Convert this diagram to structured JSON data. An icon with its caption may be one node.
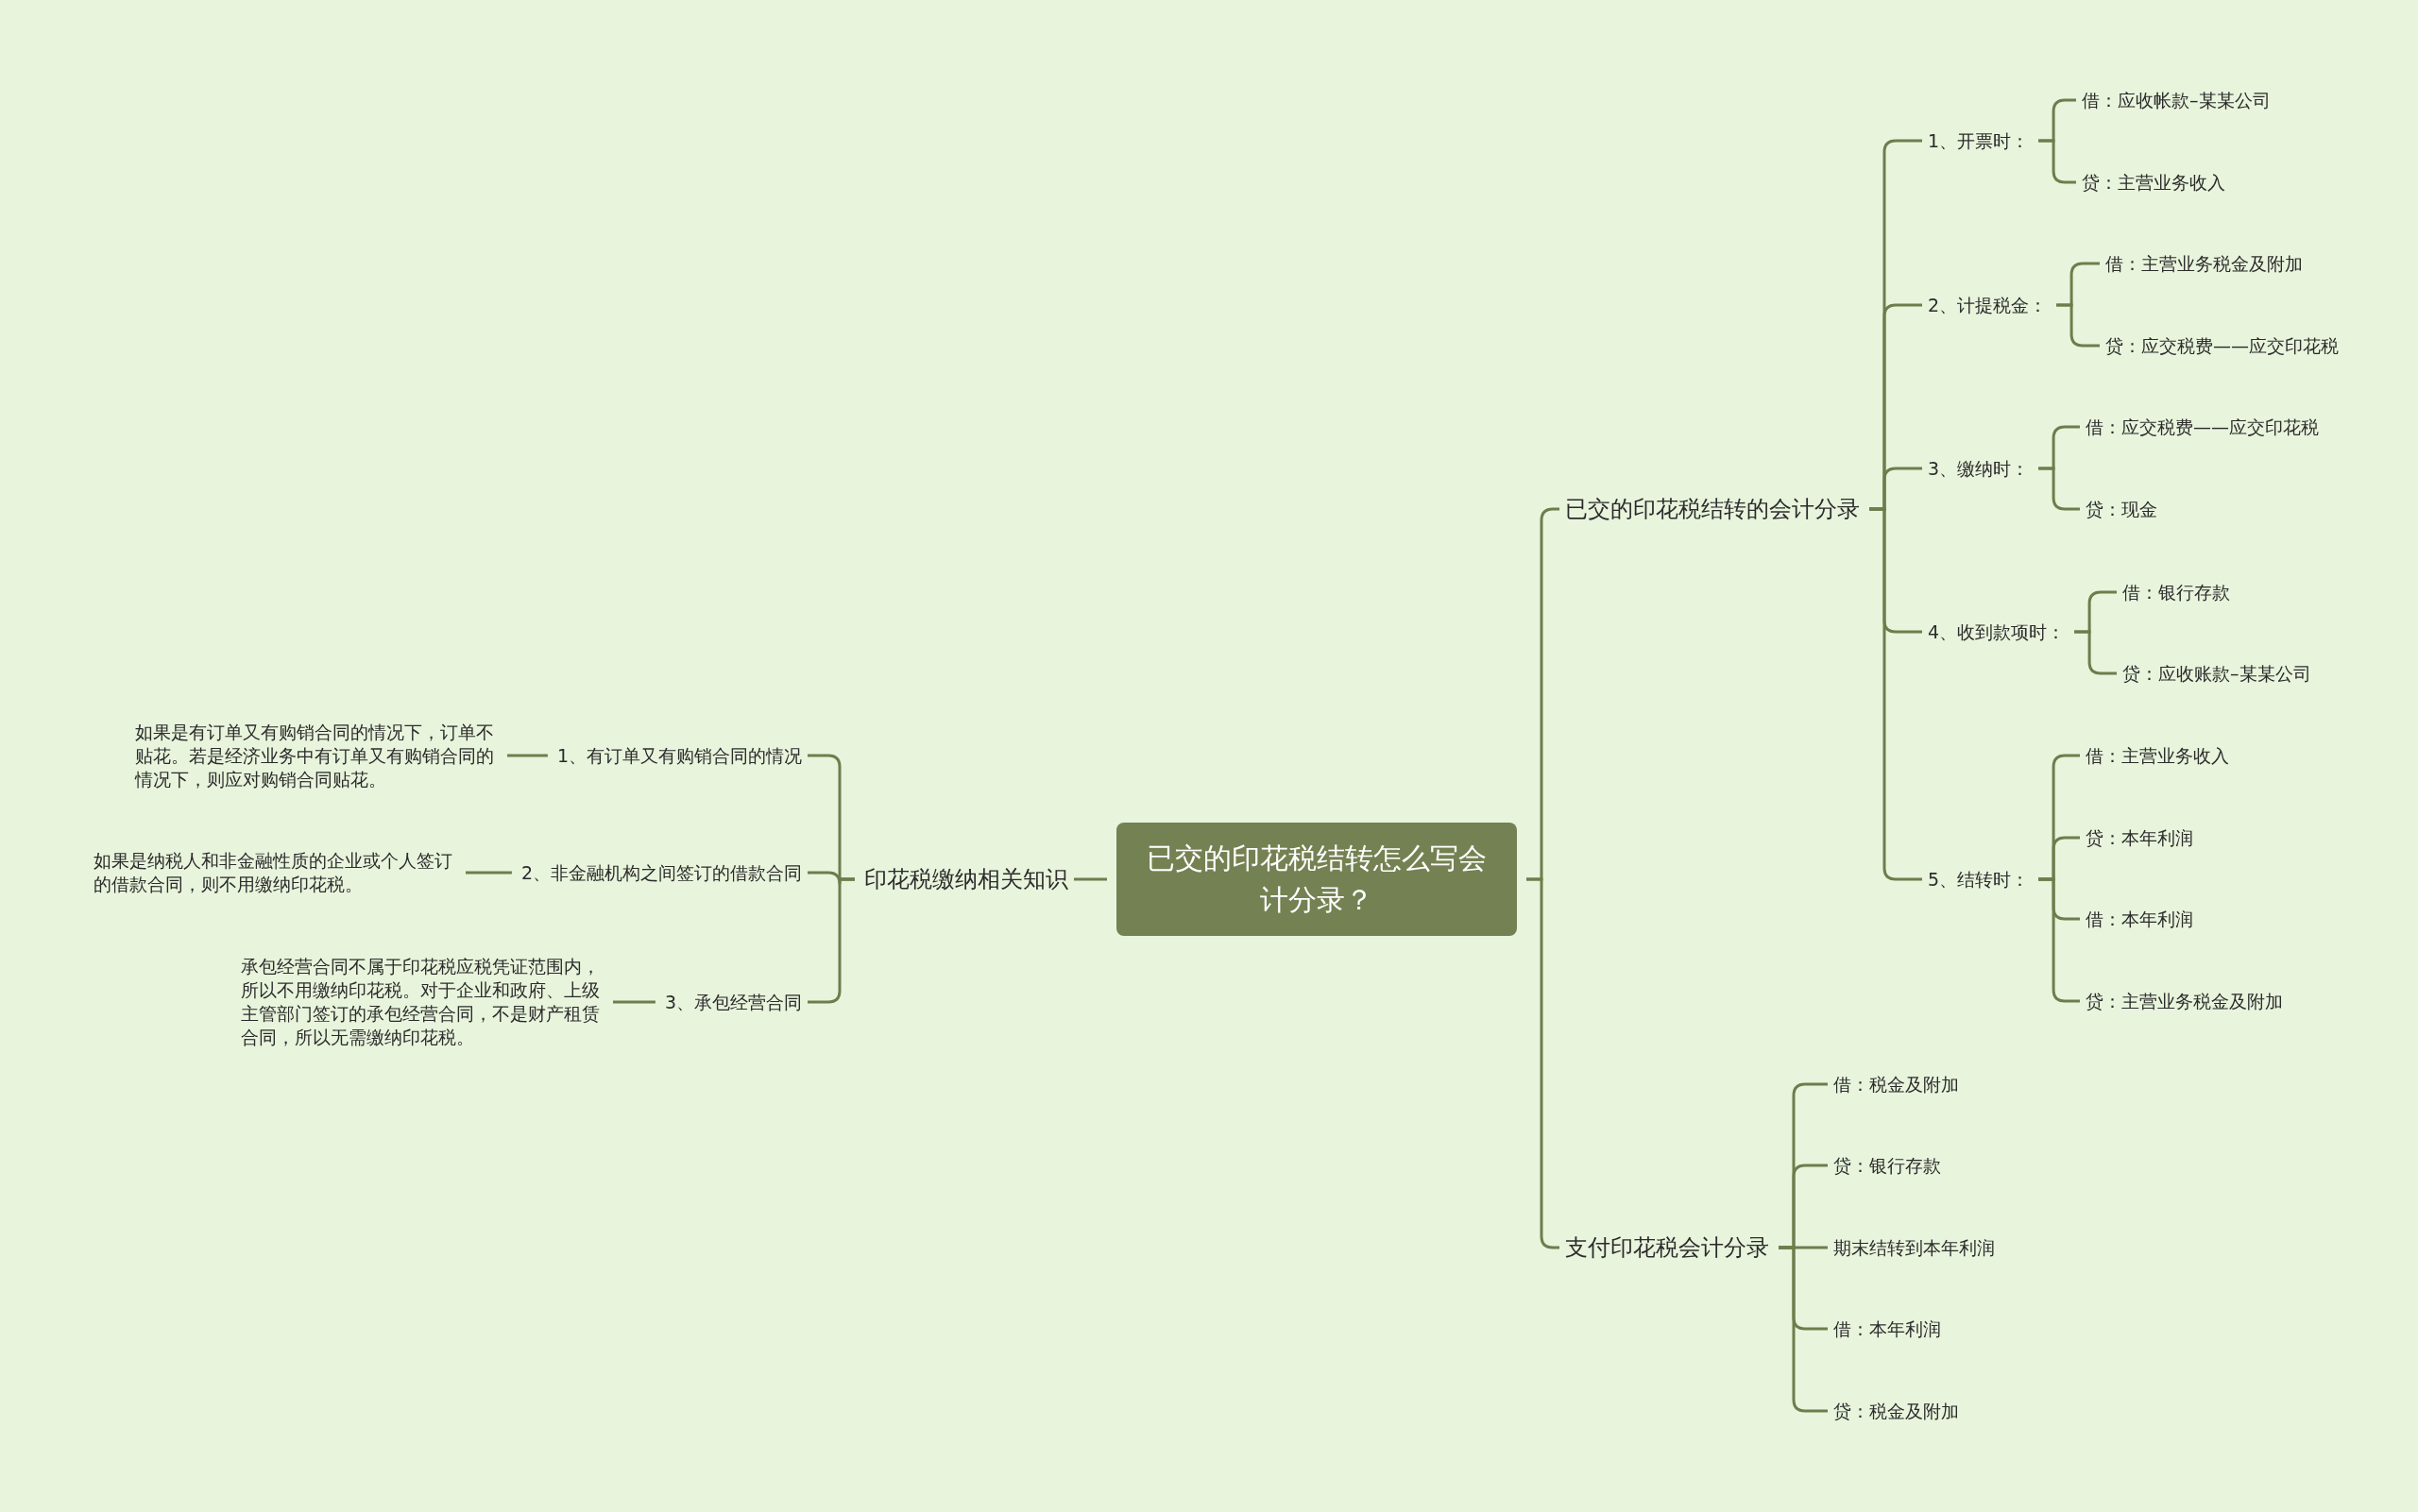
{
  "diagram": {
    "nodes": [
      {
        "text": [
          "已交的印花税结转怎么写会计分录？"
        ]
      },
      {
        "text": [
          "已交的印花税结转的会计分录"
        ]
      },
      {
        "text": [
          "1、开票时："
        ]
      },
      {
        "text": [
          "借：应收帐款–某某公司"
        ]
      },
      {
        "text": [
          "贷：主营业务收入"
        ]
      },
      {
        "text": [
          "2、计提税金："
        ]
      },
      {
        "text": [
          "借：主营业务税金及附加"
        ]
      },
      {
        "text": [
          "贷：应交税费——应交印花税"
        ]
      },
      {
        "text": [
          "3、缴纳时："
        ]
      },
      {
        "text": [
          "借：应交税费——应交印花税"
        ]
      },
      {
        "text": [
          "贷：现金"
        ]
      },
      {
        "text": [
          "4、收到款项时："
        ]
      },
      {
        "text": [
          "借：银行存款"
        ]
      },
      {
        "text": [
          "贷：应收账款–某某公司"
        ]
      },
      {
        "text": [
          "5、结转时："
        ]
      },
      {
        "text": [
          "借：主营业务收入"
        ]
      },
      {
        "text": [
          "贷：本年利润"
        ]
      },
      {
        "text": [
          "借：本年利润"
        ]
      },
      {
        "text": [
          "贷：主营业务税金及附加"
        ]
      },
      {
        "text": [
          "支付印花税会计分录"
        ]
      },
      {
        "text": [
          "借：税金及附加"
        ]
      },
      {
        "text": [
          "贷：银行存款"
        ]
      },
      {
        "text": [
          "期末结转到本年利润"
        ]
      },
      {
        "text": [
          "借：本年利润"
        ]
      },
      {
        "text": [
          "贷：税金及附加"
        ]
      },
      {
        "text": [
          "印花税缴纳相关知识"
        ]
      },
      {
        "text": [
          "1、有订单又有购销合同的情况"
        ]
      },
      {
        "text": [
          "如果是有订单又有购销合同的情况下，订单不贴花。若是经济业务中有订单又有购销合同的情况下，则应对购销合同贴花。"
        ]
      },
      {
        "text": [
          "2、非金融机构之间签订的借款合同"
        ]
      },
      {
        "text": [
          "如果是纳税人和非金融性质的企业或个人签订的借款合同，则不用缴纳印花税。"
        ]
      },
      {
        "text": [
          "3、承包经营合同"
        ]
      },
      {
        "text": [
          "承包经营合同不属于印花税应税凭证范围内，所以不用缴纳印花税。对于企业和政府、上级主管部门签订的承包经营合同，不是财产租赁合同，所以无需缴纳印花税。"
        ]
      }
    ],
    "edges": [
      {
        "from": 0,
        "to": 1,
        "arrow": "none"
      },
      {
        "from": 1,
        "to": 2,
        "arrow": "none"
      },
      {
        "from": 2,
        "to": 3,
        "arrow": "none"
      },
      {
        "from": 2,
        "to": 4,
        "arrow": "none"
      },
      {
        "from": 1,
        "to": 5,
        "arrow": "none"
      },
      {
        "from": 5,
        "to": 6,
        "arrow": "none"
      },
      {
        "from": 5,
        "to": 7,
        "arrow": "none"
      },
      {
        "from": 1,
        "to": 8,
        "arrow": "none"
      },
      {
        "from": 8,
        "to": 9,
        "arrow": "none"
      },
      {
        "from": 8,
        "to": 10,
        "arrow": "none"
      },
      {
        "from": 1,
        "to": 11,
        "arrow": "none"
      },
      {
        "from": 11,
        "to": 12,
        "arrow": "none"
      },
      {
        "from": 11,
        "to": 13,
        "arrow": "none"
      },
      {
        "from": 1,
        "to": 14,
        "arrow": "none"
      },
      {
        "from": 14,
        "to": 15,
        "arrow": "none"
      },
      {
        "from": 14,
        "to": 16,
        "arrow": "none"
      },
      {
        "from": 14,
        "to": 17,
        "arrow": "none"
      },
      {
        "from": 14,
        "to": 18,
        "arrow": "none"
      },
      {
        "from": 0,
        "to": 19,
        "arrow": "none"
      },
      {
        "from": 19,
        "to": 20,
        "arrow": "none"
      },
      {
        "from": 19,
        "to": 21,
        "arrow": "none"
      },
      {
        "from": 19,
        "to": 22,
        "arrow": "none"
      },
      {
        "from": 19,
        "to": 23,
        "arrow": "none"
      },
      {
        "from": 19,
        "to": 24,
        "arrow": "none"
      },
      {
        "from": 0,
        "to": 25,
        "arrow": "none"
      },
      {
        "from": 25,
        "to": 26,
        "arrow": "none"
      },
      {
        "from": 26,
        "to": 27,
        "arrow": "none"
      },
      {
        "from": 25,
        "to": 28,
        "arrow": "none"
      },
      {
        "from": 28,
        "to": 29,
        "arrow": "none"
      },
      {
        "from": 25,
        "to": 30,
        "arrow": "none"
      },
      {
        "from": 30,
        "to": 31,
        "arrow": "none"
      }
    ]
  }
}
